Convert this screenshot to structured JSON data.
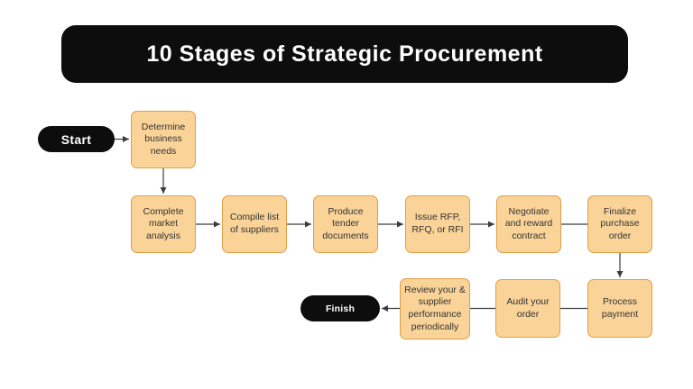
{
  "title": "10 Stages of Strategic Procurement",
  "terminals": {
    "start_label": "Start",
    "finish_label": "Finish"
  },
  "nodes": [
    "Determine business needs",
    "Complete market analysis",
    "Compile list of suppliers",
    "Produce tender documents",
    "Issue RFP, RFQ, or RFI",
    "Negotiate and reward contract",
    "Finalize purchase order",
    "Process payment",
    "Audit your order",
    "Review your & supplier performance periodically"
  ],
  "colors": {
    "background": "#ffffff",
    "title_bg": "#0d0d0d",
    "title_text": "#ffffff",
    "node_fill": "#fad398",
    "node_border": "#e09e48",
    "node_text": "#333333",
    "terminal_bg": "#0d0d0d",
    "terminal_text": "#ffffff",
    "connector": "#3c3c3c"
  }
}
